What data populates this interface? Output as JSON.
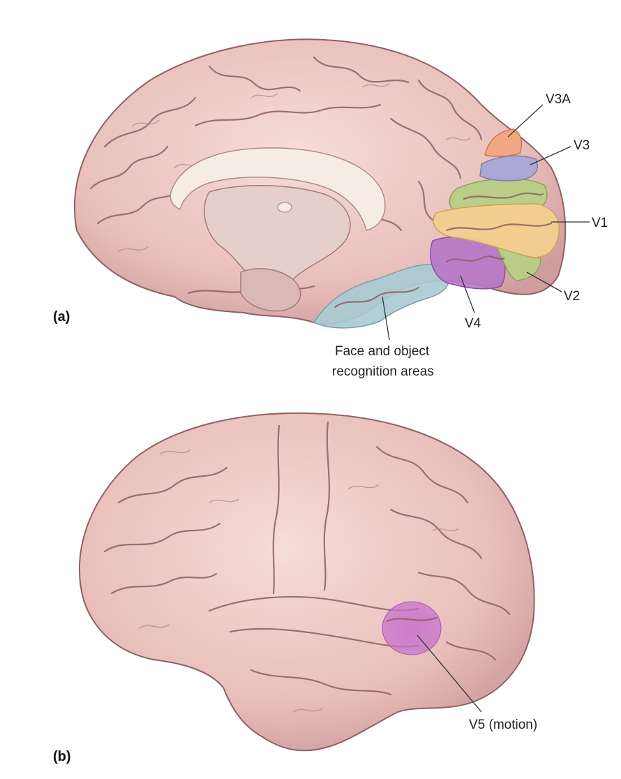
{
  "panel_a": {
    "panel_label": "(a)",
    "labels": {
      "v3a": "V3A",
      "v3": "V3",
      "v1": "V1",
      "v2": "V2",
      "v4": "V4",
      "face_line1": "Face and object",
      "face_line2": "recognition areas"
    },
    "colors": {
      "v3a": "#f0a57e",
      "v3": "#a9a6d6",
      "v1": "#f3cf8e",
      "v2": "#b7cf85",
      "v4": "#b777c9",
      "face_object": "#a9cbd3"
    }
  },
  "panel_b": {
    "panel_label": "(b)",
    "labels": {
      "v5": "V5 (motion)"
    },
    "colors": {
      "v5": "#c56fce"
    }
  },
  "colors": {
    "brain": "#ecc6c2",
    "brain_shadow": "#c69a9b",
    "brain_outline": "#8f6166",
    "corpus_callosum": "#f6ece3"
  }
}
